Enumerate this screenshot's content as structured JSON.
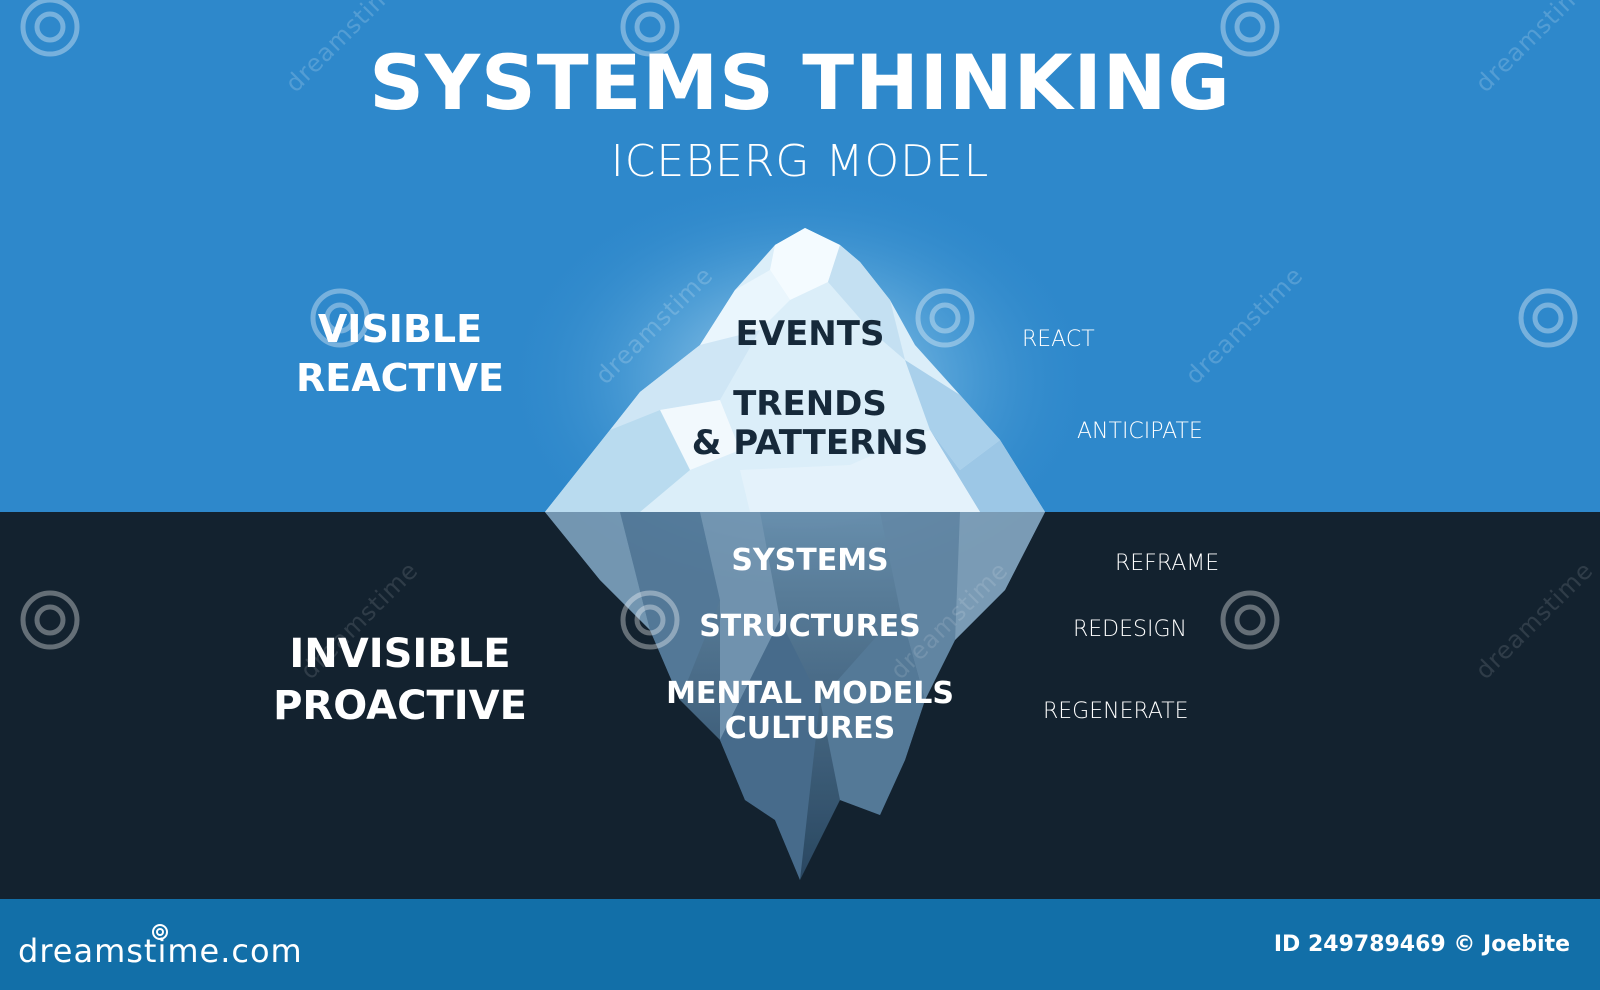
{
  "colors": {
    "sky": "#2e88cb",
    "deep": "#13222f",
    "footer": "#126fa8",
    "ice_light": "#e8f4fb",
    "ice_mid": "#b8d9ee",
    "ice_under": "#5e86a6",
    "text_dark": "#16293a",
    "text_white": "#ffffff"
  },
  "title": "SYSTEMS THINKING",
  "subtitle": "ICEBERG MODEL",
  "visible": {
    "line1": "VISIBLE",
    "line2": "REACTIVE"
  },
  "invisible": {
    "line1": "INVISIBLE",
    "line2": "PROACTIVE"
  },
  "layers": [
    {
      "label": "EVENTS",
      "action": "REACT"
    },
    {
      "label_line1": "TRENDS",
      "label_line2": "& PATTERNS",
      "action": "ANTICIPATE"
    },
    {
      "label": "SYSTEMS",
      "action": "REFRAME"
    },
    {
      "label": "STRUCTURES",
      "action": "REDESIGN"
    },
    {
      "label_line1": "MENTAL MODELS",
      "label_line2": "CULTURES",
      "action": "REGENERATE"
    }
  ],
  "watermark": {
    "brand": "dreamstime.com",
    "credit": "ID 249789469 © Joebite",
    "repeat_text": "dreamstime"
  },
  "icons": {
    "watermark_logo": "spiral-logo-icon",
    "brand_logo": "dreamstime-logo-icon"
  }
}
